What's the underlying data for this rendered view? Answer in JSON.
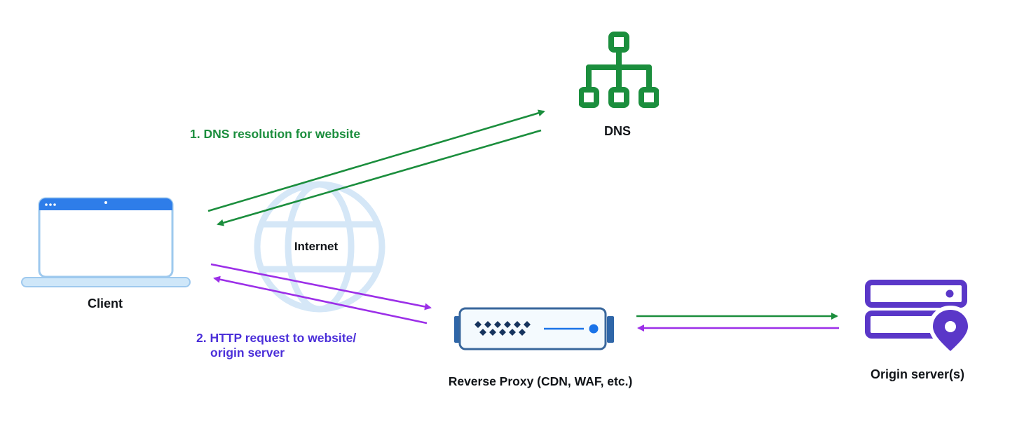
{
  "diagram": {
    "nodes": {
      "client": {
        "label": "Client",
        "icon": "laptop-icon"
      },
      "internet": {
        "label": "Internet",
        "icon": "globe-icon"
      },
      "dns": {
        "label": "DNS",
        "icon": "network-tree-icon"
      },
      "reverse_proxy": {
        "label": "Reverse Proxy (CDN, WAF, etc.)",
        "icon": "proxy-server-icon"
      },
      "origin": {
        "label": "Origin server(s)",
        "icon": "server-stack-location-icon"
      }
    },
    "annotations": {
      "step1": "1. DNS resolution for website",
      "step2_line1": "2. HTTP request to website/",
      "step2_line2": "origin server"
    },
    "colors": {
      "green": "#1b8e3d",
      "purple_arrow": "#9c2fe8",
      "purple_text": "#4b2fd9",
      "origin_purple": "#5a37c8",
      "proxy_blue": "#1a73e8",
      "proxy_border": "#39679c",
      "proxy_dark": "#16345e",
      "laptop_blue": "#2e7de9",
      "laptop_light": "#cfe7f9",
      "laptop_stroke": "#9ec9ee",
      "globe_light": "#d5e7f7",
      "label_dark": "#111418"
    }
  }
}
